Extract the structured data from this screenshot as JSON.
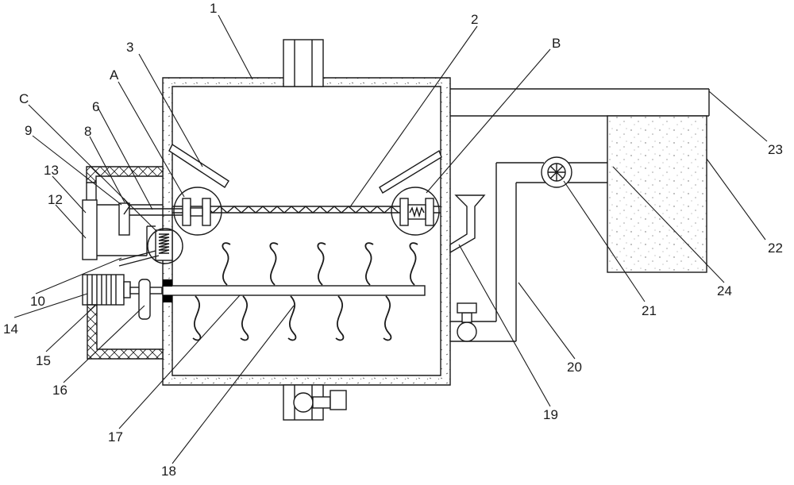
{
  "labels": [
    {
      "id": "1",
      "text": "1"
    },
    {
      "id": "2",
      "text": "2"
    },
    {
      "id": "3",
      "text": "3"
    },
    {
      "id": "A",
      "text": "A"
    },
    {
      "id": "B",
      "text": "B"
    },
    {
      "id": "C",
      "text": "C"
    },
    {
      "id": "6",
      "text": "6"
    },
    {
      "id": "9",
      "text": "9"
    },
    {
      "id": "8",
      "text": "8"
    },
    {
      "id": "13",
      "text": "13"
    },
    {
      "id": "12",
      "text": "12"
    },
    {
      "id": "10",
      "text": "10"
    },
    {
      "id": "14",
      "text": "14"
    },
    {
      "id": "15",
      "text": "15"
    },
    {
      "id": "16",
      "text": "16"
    },
    {
      "id": "17",
      "text": "17"
    },
    {
      "id": "18",
      "text": "18"
    },
    {
      "id": "19",
      "text": "19"
    },
    {
      "id": "20",
      "text": "20"
    },
    {
      "id": "21",
      "text": "21"
    },
    {
      "id": "22",
      "text": "22"
    },
    {
      "id": "23",
      "text": "23"
    },
    {
      "id": "24",
      "text": "24"
    }
  ],
  "colors": {
    "line": "#1a1a1a",
    "background": "#ffffff",
    "seal": "#000000"
  }
}
